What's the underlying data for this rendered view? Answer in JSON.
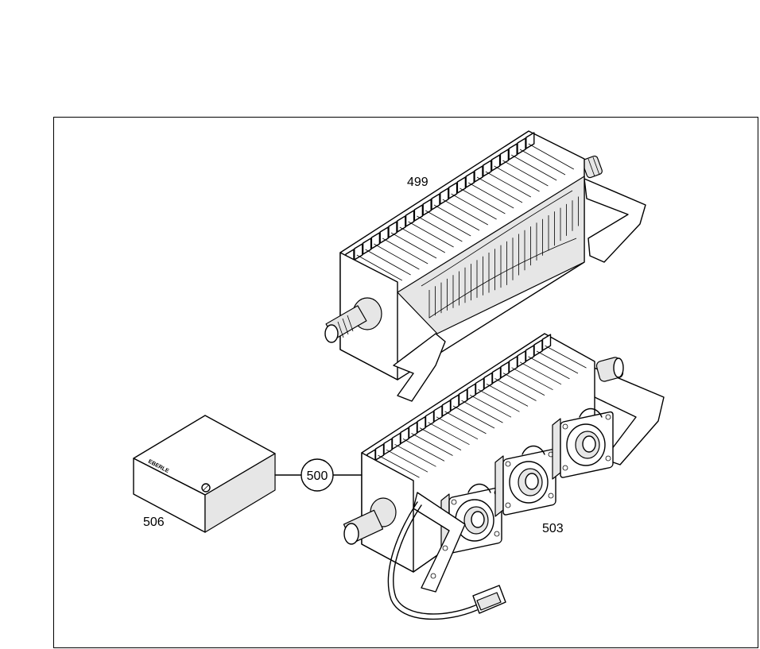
{
  "labels": {
    "part_499": "499",
    "part_500": "500",
    "part_503": "503",
    "part_506": "506"
  },
  "box_logo": "EBERLE",
  "colors": {
    "line": "#000000",
    "background": "#ffffff",
    "shade": "#e6e6e6"
  }
}
